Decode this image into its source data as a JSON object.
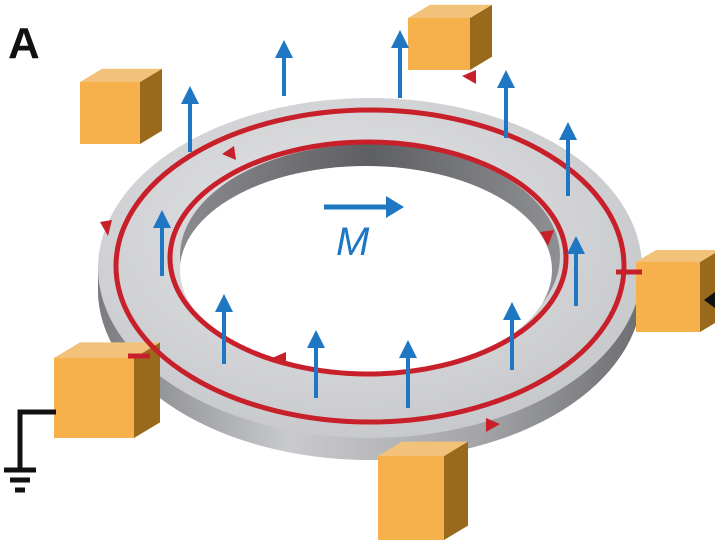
{
  "panel_label": "A",
  "magnetization_label": "M",
  "colors": {
    "edge_current": "#c8202a",
    "magnetic_arrow": "#1f77c4",
    "contact_top": "#f3c27a",
    "contact_front": "#f6b14c",
    "contact_side": "#9a6a1c",
    "ring_top": "#d5d6d8",
    "ring_wall": "#9c9da0",
    "ground": "#111111"
  },
  "icons": [
    "ring-sample",
    "electrical-contact",
    "ground-symbol",
    "current-arrow",
    "magnetization-arrow"
  ]
}
